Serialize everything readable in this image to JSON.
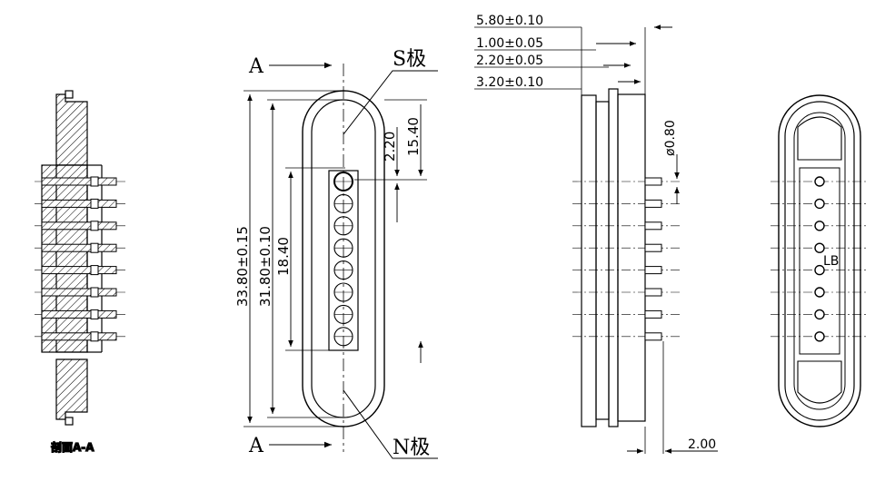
{
  "section_caption": "剖面A-A",
  "section_mark_top": "A",
  "section_mark_bottom": "A",
  "pole_s": "S极",
  "pole_n": "N极",
  "pin_count": 8,
  "dims_front": {
    "overall_height": "33.80±0.15",
    "inner_height": "31.80±0.10",
    "pin_span": "18.40",
    "offset_small": "2.20",
    "offset_large": "15.40"
  },
  "dims_side": {
    "total_thickness": "5.80±0.10",
    "flange": "1.00±0.05",
    "plate": "2.20±0.05",
    "body": "3.20±0.10",
    "pin_diameter": "ø0.80",
    "pin_length": "2.00"
  },
  "rear_mark": "LB"
}
